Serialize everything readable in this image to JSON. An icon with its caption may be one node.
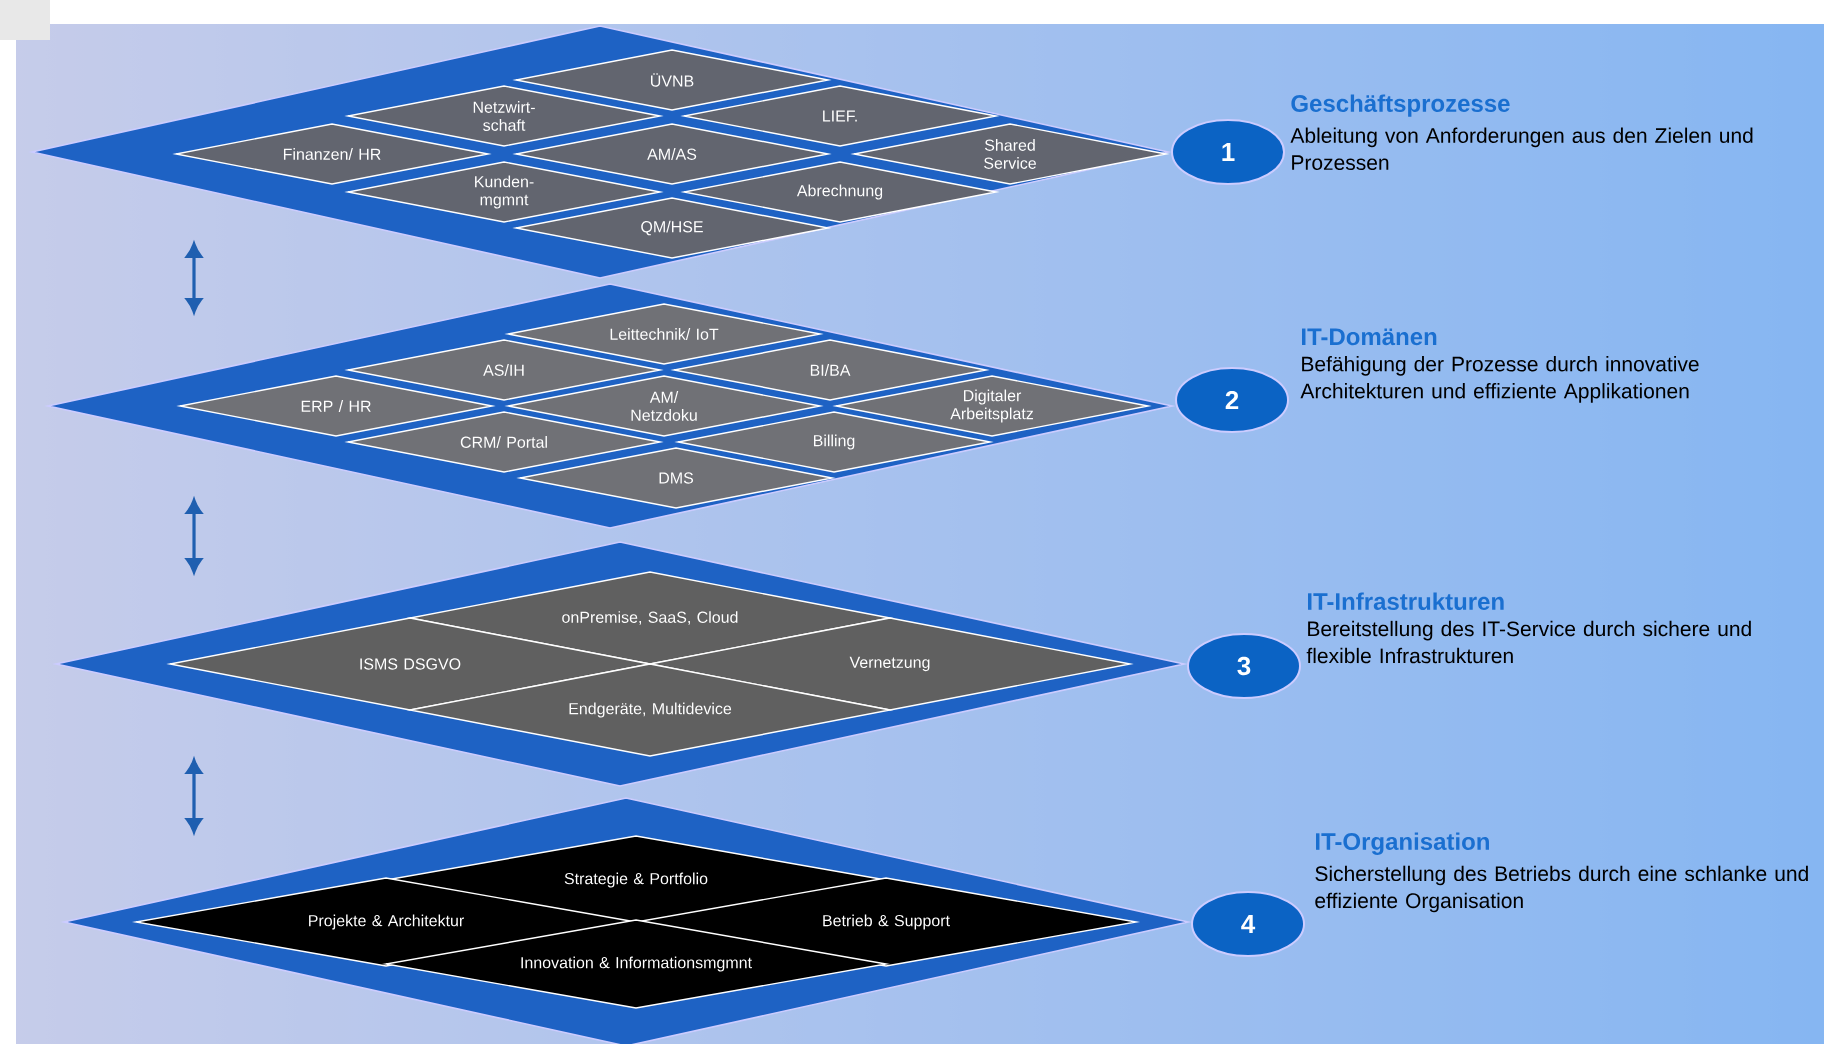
{
  "diagram": {
    "nodes": [
      {
        "text": [],
        "shape": "diamond"
      },
      {
        "text": [
          "ÜVNB"
        ],
        "in": 0
      },
      {
        "text": [
          "Netzwirt- schaft"
        ],
        "in": 0
      },
      {
        "text": [
          "LIEF."
        ],
        "in": 0
      },
      {
        "text": [
          "Finanzen/ HR"
        ],
        "in": 0
      },
      {
        "text": [
          "AM/AS"
        ],
        "in": 0
      },
      {
        "text": [
          "Shared Service"
        ],
        "in": 0
      },
      {
        "text": [
          "Kunden- mgmnt"
        ],
        "in": 0
      },
      {
        "text": [
          "Abrechnung"
        ],
        "in": 0
      },
      {
        "text": [
          "QM/HSE"
        ],
        "in": 0
      },
      {
        "text": [
          "1"
        ],
        "beside": [
          "Geschäftsprozesse",
          "Ableitung von Anforderungen aus den Zielen und Prozessen"
        ]
      },
      {
        "text": [],
        "shape": "diamond"
      },
      {
        "text": [
          "Leittechnik/ IoT"
        ],
        "in": 11
      },
      {
        "text": [
          "AS/IH"
        ],
        "in": 11
      },
      {
        "text": [
          "BI/BA"
        ],
        "in": 11
      },
      {
        "text": [
          "ERP / HR"
        ],
        "in": 11
      },
      {
        "text": [
          "AM/ Netzdoku"
        ],
        "in": 11
      },
      {
        "text": [
          "Digitaler Arbeitsplatz"
        ],
        "in": 11
      },
      {
        "text": [
          "CRM/ Portal"
        ],
        "in": 11
      },
      {
        "text": [
          "Billing"
        ],
        "in": 11
      },
      {
        "text": [
          "DMS"
        ],
        "in": 11
      },
      {
        "text": [
          "2"
        ],
        "beside": [
          "IT-Domänen",
          "Befähigung der Prozesse durch innovative Architekturen und effiziente Applikationen"
        ]
      },
      {
        "text": [],
        "shape": "diamond"
      },
      {
        "text": [
          "onPremise, SaaS, Cloud"
        ],
        "in": 22
      },
      {
        "text": [
          "ISMS DSGVO"
        ],
        "in": 22
      },
      {
        "text": [
          "Vernetzung"
        ],
        "in": 22
      },
      {
        "text": [
          "Endgeräte, Multidevice"
        ],
        "in": 22
      },
      {
        "text": [
          "3"
        ],
        "beside": [
          "IT-Infrastrukturen",
          "Bereitstellung des IT-Service durch sichere und flexible Infrastrukturen"
        ]
      },
      {
        "text": [],
        "shape": "diamond"
      },
      {
        "text": [
          "Strategie & Portfolio"
        ],
        "in": 28
      },
      {
        "text": [
          "Projekte & Architektur"
        ],
        "in": 28
      },
      {
        "text": [
          "Betrieb & Support"
        ],
        "in": 28
      },
      {
        "text": [
          "Innovation & Informationsmgmnt"
        ],
        "in": 28
      },
      {
        "text": [
          "4"
        ],
        "beside": [
          "IT-Organisation",
          "Sicherstellung des Betriebs durch eine schlanke und effiziente Organisation"
        ]
      }
    ],
    "edges": [
      {
        "from": 0,
        "to": 11,
        "arrow": "both"
      },
      {
        "from": 11,
        "to": 22,
        "arrow": "both"
      },
      {
        "from": 22,
        "to": 28,
        "arrow": "both"
      }
    ]
  }
}
